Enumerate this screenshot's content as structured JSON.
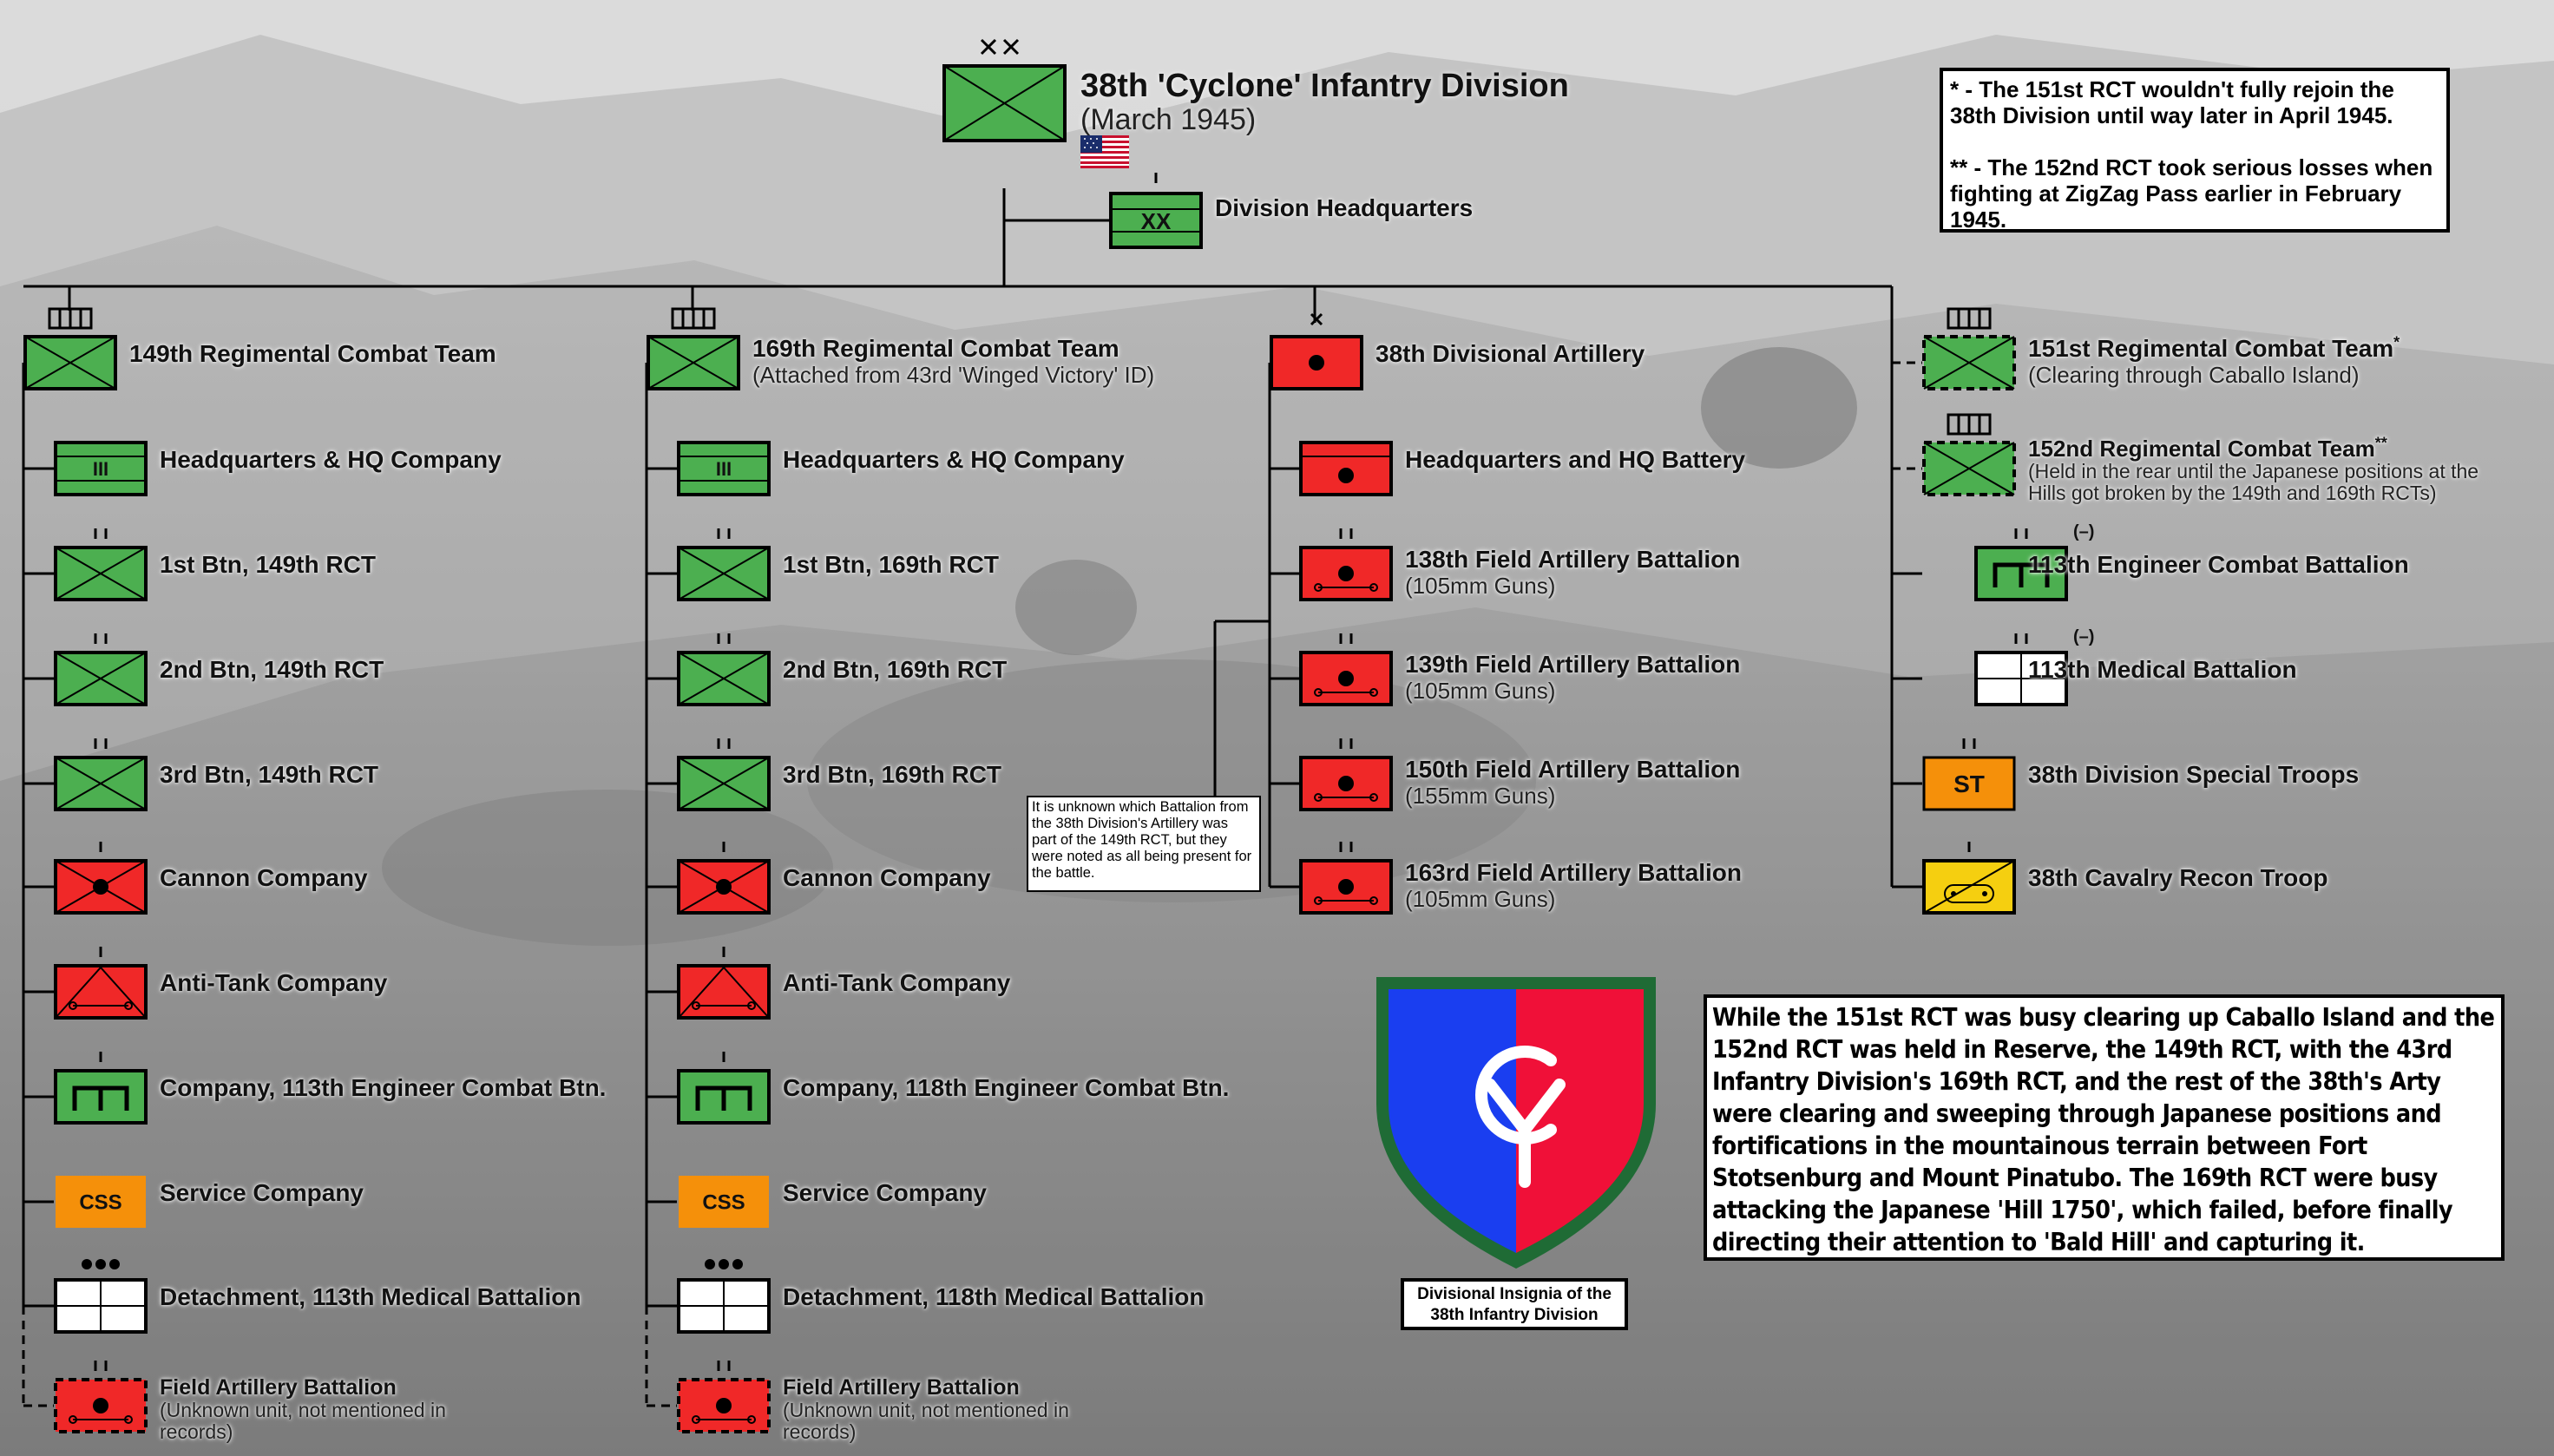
{
  "title": {
    "main": "38th 'Cyclone' Infantry Division",
    "sub": "(March 1945)"
  },
  "colors": {
    "infantry": "#4caf50",
    "artillery": "#f02828",
    "service": "#f5900a",
    "cavalry": "#f5cf10",
    "medical": "#ffffff",
    "insignia_blue": "#1a3ef0",
    "insignia_red": "#f01038",
    "insignia_border": "#1f6b35"
  },
  "division_hq": {
    "label": "Division Headquarters",
    "symbol_text": "XX",
    "echelon": "XX"
  },
  "columns": [
    {
      "id": "col-149",
      "head": {
        "label": "149th Regimental Combat Team",
        "subtitle": "",
        "echelon": "III",
        "type": "infantry"
      },
      "units": [
        {
          "label": "Headquarters & HQ Company",
          "type": "hq",
          "echelon": "",
          "symbol_text": "III"
        },
        {
          "label": "1st Btn, 149th RCT",
          "type": "infantry",
          "echelon": "II"
        },
        {
          "label": "2nd Btn, 149th RCT",
          "type": "infantry",
          "echelon": "II"
        },
        {
          "label": "3rd Btn, 149th RCT",
          "type": "infantry",
          "echelon": "II"
        },
        {
          "label": "Cannon Company",
          "type": "cannon",
          "echelon": "I"
        },
        {
          "label": "Anti-Tank Company",
          "type": "antitank",
          "echelon": "I"
        },
        {
          "label": "Company, 113th Engineer Combat Btn.",
          "type": "engineer",
          "echelon": "I"
        },
        {
          "label": "Service Company",
          "type": "service",
          "echelon": "",
          "symbol_text": "CSS"
        },
        {
          "label": "Detachment, 113th Medical Battalion",
          "type": "medical",
          "echelon": "●●●"
        },
        {
          "label": "Field Artillery Battalion",
          "subtitle": "(Unknown unit, not mentioned in records)",
          "type": "fa-unknown",
          "echelon": "II"
        }
      ]
    },
    {
      "id": "col-169",
      "head": {
        "label": "169th Regimental Combat Team",
        "subtitle": "(Attached from 43rd 'Winged Victory' ID)",
        "echelon": "III",
        "type": "infantry"
      },
      "units": [
        {
          "label": "Headquarters & HQ Company",
          "type": "hq",
          "echelon": "",
          "symbol_text": "III"
        },
        {
          "label": "1st Btn, 169th RCT",
          "type": "infantry",
          "echelon": "II"
        },
        {
          "label": "2nd Btn, 169th RCT",
          "type": "infantry",
          "echelon": "II"
        },
        {
          "label": "3rd Btn, 169th RCT",
          "type": "infantry",
          "echelon": "II"
        },
        {
          "label": "Cannon Company",
          "type": "cannon",
          "echelon": "I"
        },
        {
          "label": "Anti-Tank Company",
          "type": "antitank",
          "echelon": "I"
        },
        {
          "label": "Company, 118th Engineer Combat Btn.",
          "type": "engineer",
          "echelon": "I"
        },
        {
          "label": "Service Company",
          "type": "service",
          "echelon": "",
          "symbol_text": "CSS"
        },
        {
          "label": "Detachment, 118th Medical Battalion",
          "type": "medical",
          "echelon": "●●●"
        },
        {
          "label": "Field Artillery Battalion",
          "subtitle": "(Unknown unit, not mentioned in records)",
          "type": "fa-unknown",
          "echelon": "II"
        }
      ]
    },
    {
      "id": "col-art",
      "head": {
        "label": "38th Divisional Artillery",
        "subtitle": "",
        "echelon": "X",
        "type": "artillery"
      },
      "units": [
        {
          "label": "Headquarters and HQ Battery",
          "type": "arty-hq",
          "echelon": ""
        },
        {
          "label": "138th Field Artillery Battalion",
          "subtitle": "(105mm Guns)",
          "type": "fa",
          "echelon": "II"
        },
        {
          "label": "139th Field Artillery Battalion",
          "subtitle": "(105mm Guns)",
          "type": "fa",
          "echelon": "II"
        },
        {
          "label": "150th Field Artillery Battalion",
          "subtitle": "(155mm Guns)",
          "type": "fa",
          "echelon": "II"
        },
        {
          "label": "163rd Field Artillery Battalion",
          "subtitle": "(105mm Guns)",
          "type": "fa",
          "echelon": "II"
        }
      ]
    },
    {
      "id": "col-div",
      "units": [
        {
          "label": "151st Regimental Combat Team",
          "marker": "*",
          "subtitle": "(Clearing through Caballo Island)",
          "type": "infantry-dashed",
          "echelon": "III"
        },
        {
          "label": "152nd Regimental Combat Team",
          "marker": "**",
          "subtitle": "(Held in the rear until the Japanese positions at the Hills got broken by the 149th and 169th RCTs)",
          "type": "infantry-dashed",
          "echelon": "III"
        },
        {
          "label": "113th Engineer Combat Battalion",
          "type": "engineer",
          "echelon": "II",
          "modifier": "(–)"
        },
        {
          "label": "113th Medical Battalion",
          "type": "medical",
          "echelon": "II",
          "modifier": "(–)"
        },
        {
          "label": "38th Division Special Troops",
          "type": "special",
          "echelon": "II",
          "symbol_text": "ST"
        },
        {
          "label": "38th Cavalry Recon Troop",
          "type": "cavalry",
          "echelon": "I"
        }
      ]
    }
  ],
  "footnotes": [
    "* - The 151st RCT wouldn't fully rejoin the 38th Division until way later in April 1945.",
    "** - The 152nd RCT took serious losses when fighting at ZigZag Pass earlier in February 1945."
  ],
  "artillery_note": "It is unknown which Battalion from the 38th Division's Artillery was part of the 149th RCT, but they were noted as all being present for the battle.",
  "story": "While the 151st RCT was busy clearing up Caballo Island and the 152nd RCT was held in Reserve, the 149th RCT, with the 43rd Infantry Division's 169th RCT, and the rest of the 38th's Arty were clearing and sweeping through Japanese positions and fortifications in the mountainous terrain between Fort Stotsenburg and Mount Pinatubo. The 169th RCT were busy attacking the Japanese 'Hill 1750', which failed, before finally directing their attention to 'Bald Hill' and capturing it.",
  "insignia": {
    "caption": "Divisional Insignia of the 38th Infantry Division"
  }
}
